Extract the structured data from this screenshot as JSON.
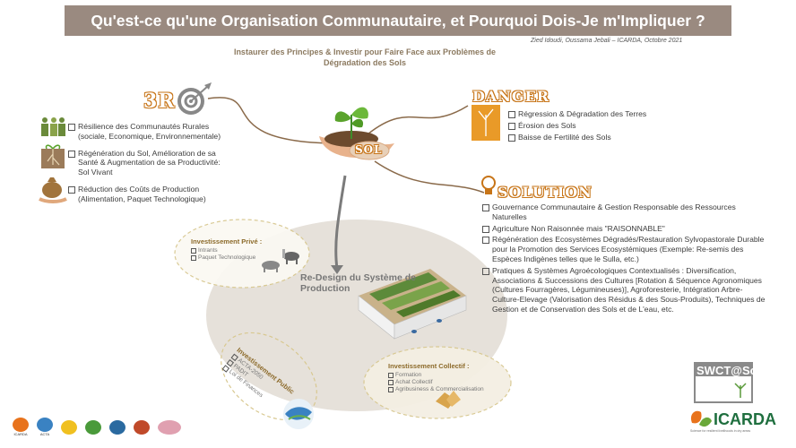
{
  "header": {
    "title": "Qu'est-ce qu'une Organisation Communautaire, et Pourquoi Dois-Je m'Impliquer ?",
    "author": "Zied Idoudi, Oussama Jebali – ICARDA, Octobre 2021"
  },
  "subtitle": {
    "line1": "Instaurer des Principes & Investir pour Faire Face aux Problèmes de",
    "line2": "Dégradation des Sols"
  },
  "center": {
    "label": "SOL"
  },
  "three_r": {
    "heading": "3R",
    "items": [
      {
        "icon": "people-icon",
        "lines": [
          "Résilience des Communautés Rurales",
          "(sociale, Economique, Environnementale)"
        ]
      },
      {
        "icon": "soil-root-icon",
        "lines": [
          "Régénération du Sol, Amélioration de sa",
          "Santé & Augmentation de sa Productivité:",
          "Sol Vivant"
        ]
      },
      {
        "icon": "money-bag-icon",
        "lines": [
          "Réduction des Coûts de Production",
          "(Alimentation, Paquet Technologique)"
        ]
      }
    ]
  },
  "danger": {
    "heading": "DANGER",
    "items": [
      "Régression & Dégradation des Terres",
      "Érosion des Sols",
      "Baisse de Fertilité des Sols"
    ]
  },
  "solution": {
    "heading": "SOLUTION",
    "items": [
      "Gouvernance Communautaire & Gestion Responsable des Ressources Naturelles",
      "Agriculture Non Raisonnée mais \"RAISONNABLE\"",
      "Régénération des Ecosystèmes Dégradés/Restauration Sylvopastorale Durable pour la Promotion des Services Ecosystémiques (Exemple: Re-semis des Espèces Indigènes telles que le Sulla, etc.)",
      "Pratiques & Systèmes Agroécologiques Contextualisés : Diversification, Associations & Successions des Cultures [Rotation & Séquence Agronomiques (Cultures Fourragères, Légumineuses)], Agroforesterie, Intégration Arbre-Culture-Elevage (Valorisation des Résidus & des Sous-Produits), Techniques de Gestion et de Conservation des Sols et de L'eau, etc."
    ]
  },
  "investissement_prive": {
    "title": "Investissement Privé :",
    "items": [
      "Intrants",
      "Paquet Technologique"
    ]
  },
  "redesign": {
    "line1": "Re-Design du Système de",
    "line2": "Production"
  },
  "investissement_collectif": {
    "title": "Investissement Collectif :",
    "items": [
      "Formation",
      "Achat Collectif",
      "Agribusiness & Commercialisation"
    ]
  },
  "investissement_public": {
    "title": "Investissement Public",
    "items": [
      "ACTA-2050",
      "PADIT",
      "Loi de Finances"
    ]
  },
  "swc": {
    "label": "SWCT@Scale"
  },
  "icarda": {
    "label": "ICARDA",
    "tagline": "Science for resilient livelihoods in dry areas"
  },
  "partner_logos": [
    "ICARDA",
    "ACTA",
    "",
    "",
    "",
    "",
    ""
  ],
  "colors": {
    "banner": "#9a8a80",
    "accent_orange": "#c77417",
    "ellipse": "#e3dfd9",
    "dashed": "#d4c48a"
  }
}
